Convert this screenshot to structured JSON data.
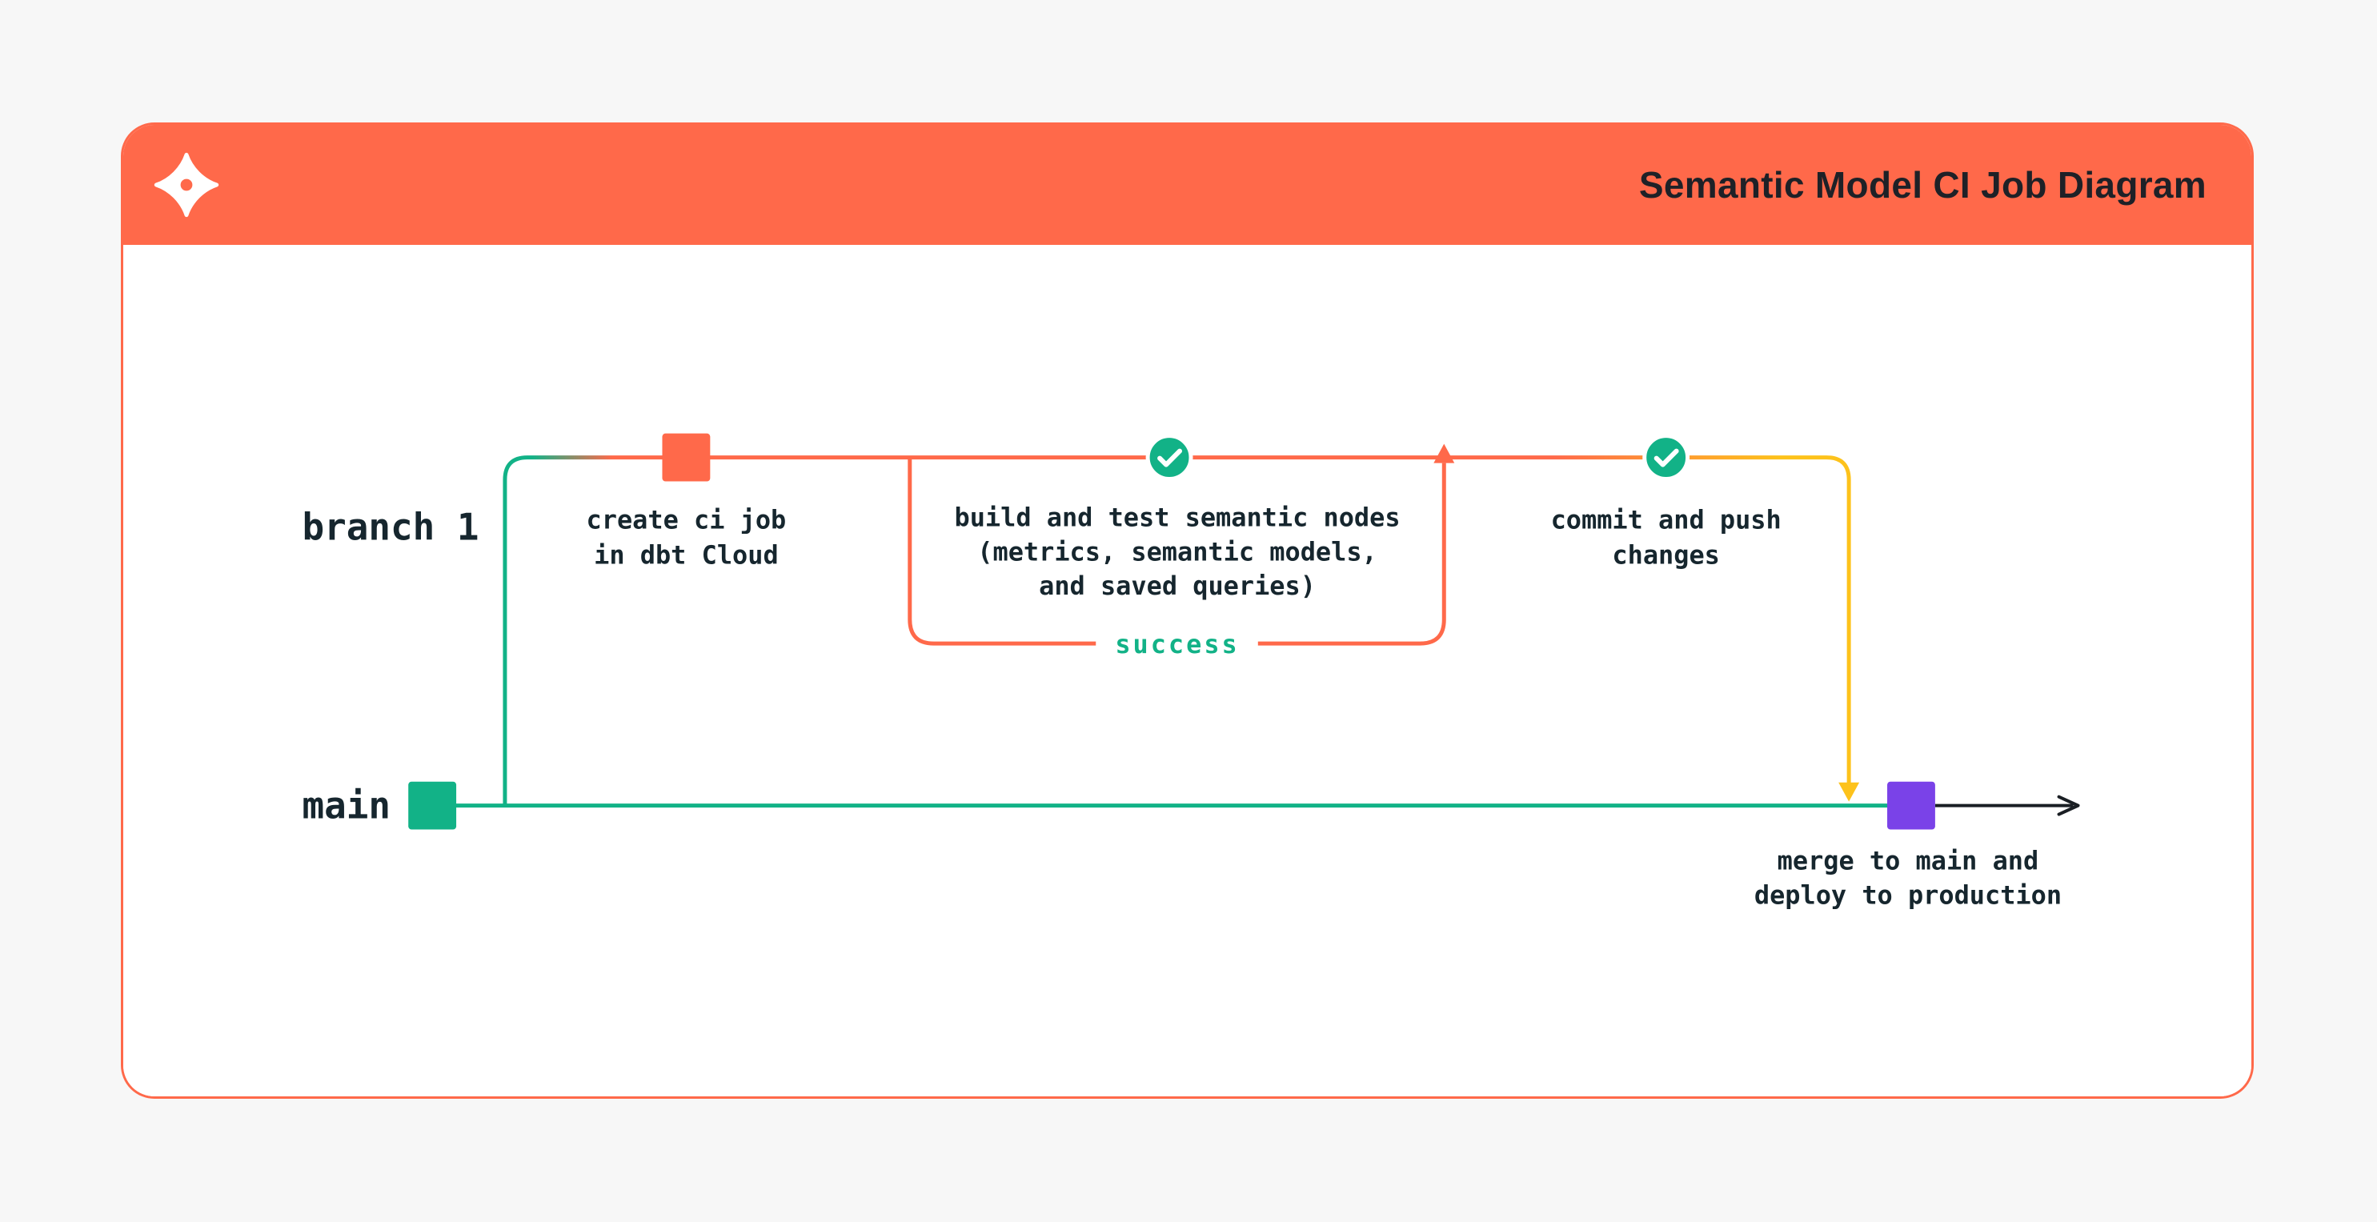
{
  "colors": {
    "brand_orange": "#ff694a",
    "teal": "#12b287",
    "purple": "#7a42e8",
    "yellow": "#fdc21b",
    "dark_text": "#16262e",
    "page_bg": "#f7f7f7",
    "arrow_black": "#1a1f24"
  },
  "header": {
    "title": "Semantic Model CI Job Diagram"
  },
  "diagram": {
    "branch_label": "branch 1",
    "main_label": "main",
    "create_ci": {
      "line1": "create ci job",
      "line2": "in dbt Cloud"
    },
    "build_test": {
      "line1": "build and test semantic nodes",
      "line2": "(metrics, semantic models,",
      "line3": "and saved queries)"
    },
    "success_label": "success",
    "commit_push": {
      "line1": "commit and push",
      "line2": "changes"
    },
    "merge": {
      "line1": "merge to main and",
      "line2": "deploy to production"
    }
  }
}
